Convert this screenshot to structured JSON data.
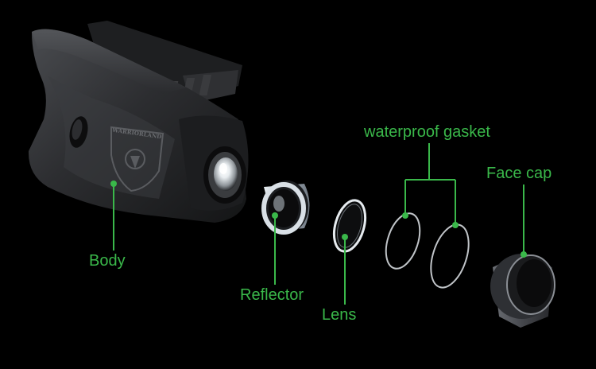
{
  "colors": {
    "background": "#000000",
    "callout": "#3ab84a",
    "housing": "#2a2b2e",
    "reflector": "#b9c3cc",
    "face_cap": "#4a4c52"
  },
  "body_engraving": "WARRIORLAND",
  "callouts": {
    "body": "Body",
    "reflector": "Reflector",
    "lens": "Lens",
    "waterproof_gasket": "waterproof gasket",
    "face_cap": "Face cap"
  }
}
